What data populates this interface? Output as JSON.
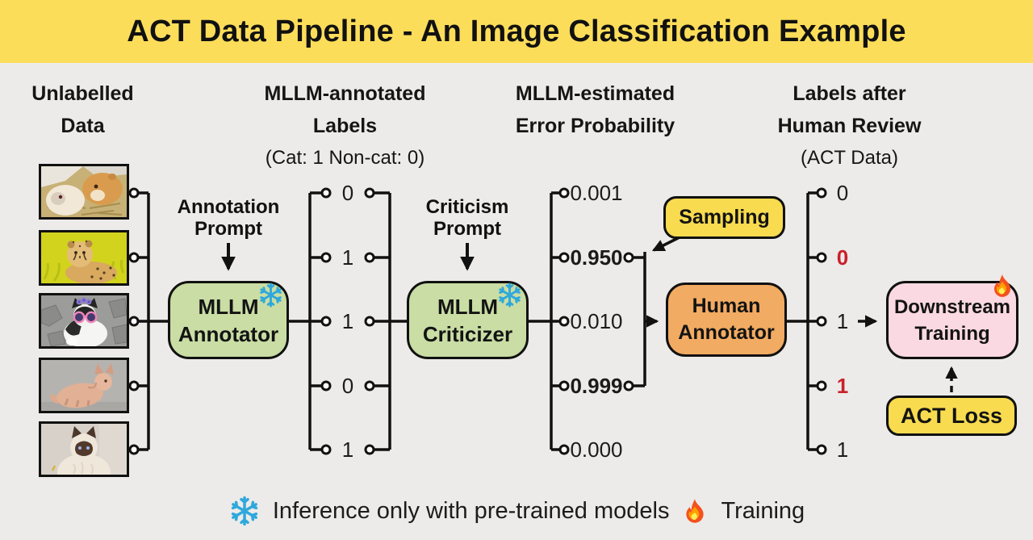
{
  "title": "ACT Data Pipeline - An Image Classification Example",
  "columns": {
    "unlabelled": {
      "line1": "Unlabelled",
      "line2": "Data"
    },
    "annotated": {
      "line1": "MLLM-annotated",
      "line2": "Labels",
      "sub": "(Cat: 1 Non-cat: 0)"
    },
    "error": {
      "line1": "MLLM-estimated",
      "line2": "Error Probability"
    },
    "reviewed": {
      "line1": "Labels after",
      "line2": "Human Review",
      "sub": "(ACT Data)"
    }
  },
  "images": [
    {
      "name": "guinea-pigs-photo",
      "description": "two guinea pigs on hay"
    },
    {
      "name": "cheetah-cub-photo",
      "description": "cheetah cub in yellow grass"
    },
    {
      "name": "cat-sunglasses-photo",
      "description": "black and white cat wearing pink sunglasses"
    },
    {
      "name": "sphynx-cat-photo",
      "description": "hairless sphynx cat"
    },
    {
      "name": "birman-cat-photo",
      "description": "cream cat with dark face"
    }
  ],
  "prompts": {
    "annotation": {
      "line1": "Annotation",
      "line2": "Prompt"
    },
    "criticism": {
      "line1": "Criticism",
      "line2": "Prompt"
    }
  },
  "boxes": {
    "annotator": {
      "line1": "MLLM",
      "line2": "Annotator",
      "icon": "snowflake"
    },
    "criticizer": {
      "line1": "MLLM",
      "line2": "Criticizer",
      "icon": "snowflake"
    },
    "sampling": {
      "label": "Sampling"
    },
    "human": {
      "line1": "Human",
      "line2": "Annotator"
    },
    "downstream": {
      "line1": "Downstream",
      "line2": "Training",
      "icon": "fire"
    },
    "act_loss": {
      "label": "ACT Loss"
    }
  },
  "annotated_labels": [
    "0",
    "1",
    "1",
    "0",
    "1"
  ],
  "error_probabilities": [
    "0.001",
    "0.950",
    "0.010",
    "0.999",
    "0.000"
  ],
  "error_probabilities_bold": [
    false,
    true,
    false,
    true,
    false
  ],
  "reviewed_labels": [
    "0",
    "0",
    "1",
    "1",
    "1"
  ],
  "reviewed_labels_changed": [
    false,
    true,
    false,
    true,
    false
  ],
  "legend": {
    "snowflake_icon": "snowflake",
    "inference": "Inference only with pre-trained models",
    "fire_icon": "flame",
    "training": "Training"
  },
  "colors": {
    "banner": "#FCDD5A",
    "background": "#ECEBE9",
    "model_box": "#C9DDA4",
    "sampling_box": "#F8DB4F",
    "human_box": "#F2AB62",
    "training_box": "#FAD9E2",
    "changed_label": "#C9202A",
    "snowflake": "#2FA8DC"
  }
}
